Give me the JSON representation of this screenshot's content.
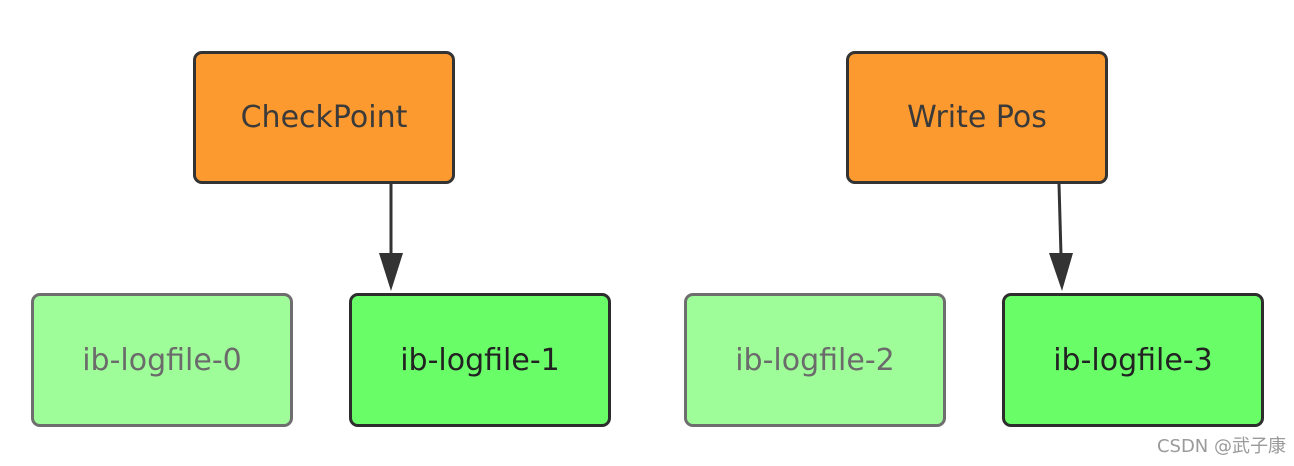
{
  "nodes": {
    "checkpoint": {
      "label": "CheckPoint"
    },
    "write_pos": {
      "label": "Write Pos"
    },
    "logfile_0": {
      "label": "ib-logfile-0"
    },
    "logfile_1": {
      "label": "ib-logfile-1"
    },
    "logfile_2": {
      "label": "ib-logfile-2"
    },
    "logfile_3": {
      "label": "ib-logfile-3"
    }
  },
  "edges": [
    {
      "from": "CheckPoint",
      "to": "ib-logfile-1"
    },
    {
      "from": "Write Pos",
      "to": "ib-logfile-3"
    }
  ],
  "watermark": "CSDN @武子康",
  "colors": {
    "pointer_fill": "#fd9a2f",
    "inactive_file_fill": "#9efd99",
    "active_file_fill": "#69fd68",
    "arrow": "#333333"
  }
}
